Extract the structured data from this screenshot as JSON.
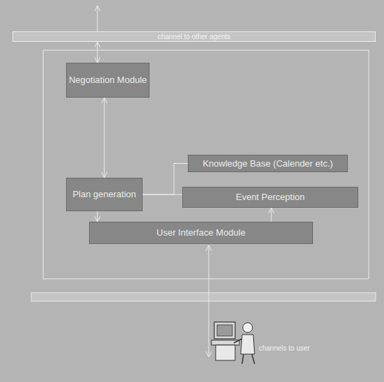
{
  "diagram": {
    "nodes": [
      {
        "text": [
          "channel to other agents"
        ]
      },
      {
        "text": [
          "Negotiation Module"
        ]
      },
      {
        "text": [
          "Plan generation"
        ]
      },
      {
        "text": [
          "Knowledge Base (Calender etc.)"
        ]
      },
      {
        "text": [
          "Event Perception"
        ]
      },
      {
        "text": [
          "User Interface Module"
        ]
      }
    ],
    "edges": [
      {
        "from": 0,
        "to": 1,
        "arrow": "both"
      },
      {
        "from": 1,
        "to": 2,
        "arrow": "both"
      },
      {
        "from": 2,
        "to": 3,
        "arrow": "none"
      },
      {
        "from": 2,
        "to": 4,
        "arrow": "none"
      },
      {
        "from": 2,
        "to": 5,
        "arrow": "to"
      },
      {
        "from": 5,
        "to": 4,
        "arrow": "to"
      }
    ],
    "labels": [
      "channels to user"
    ]
  }
}
